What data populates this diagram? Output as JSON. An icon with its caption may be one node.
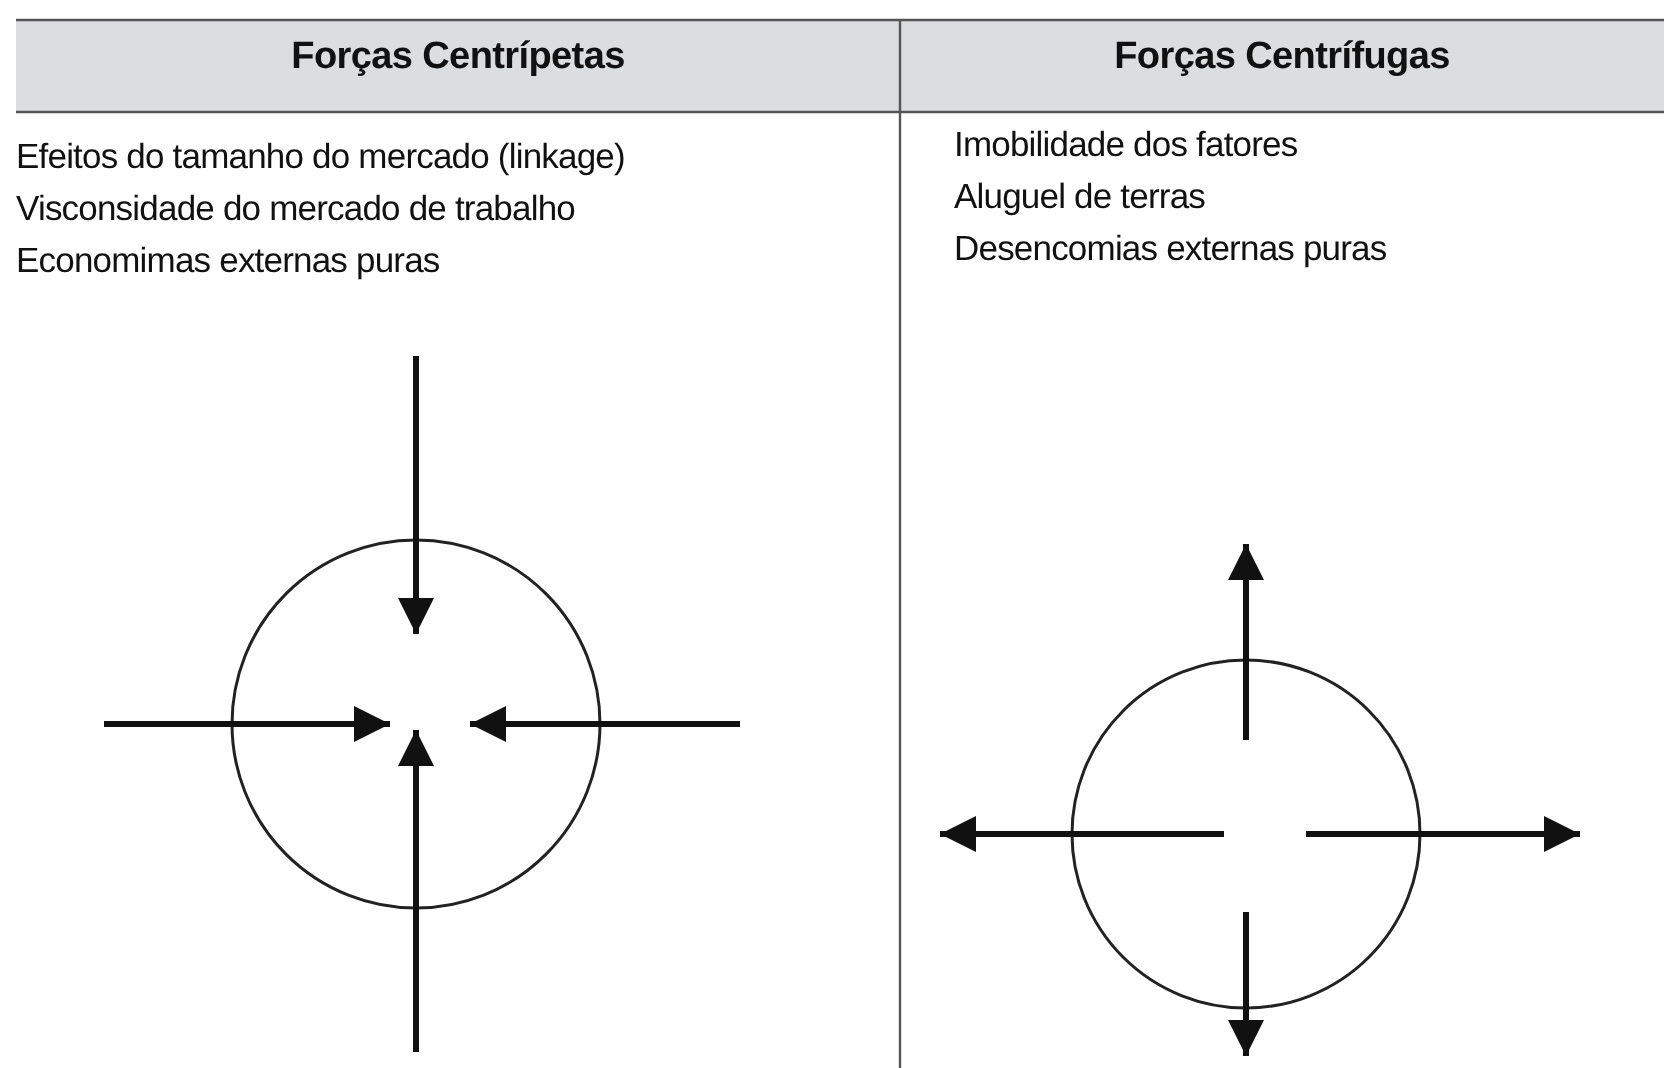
{
  "diagram": {
    "labels": [
      "Forças Centrípetas",
      "Forças Centrífugas",
      "Efeitos do tamanho do mercado (linkage)",
      "Visconsidade do mercado de trabalho",
      "Economimas externas puras",
      "Imobilidade dos fatores",
      "Aluguel de terras",
      "Desencomias externas puras"
    ]
  }
}
